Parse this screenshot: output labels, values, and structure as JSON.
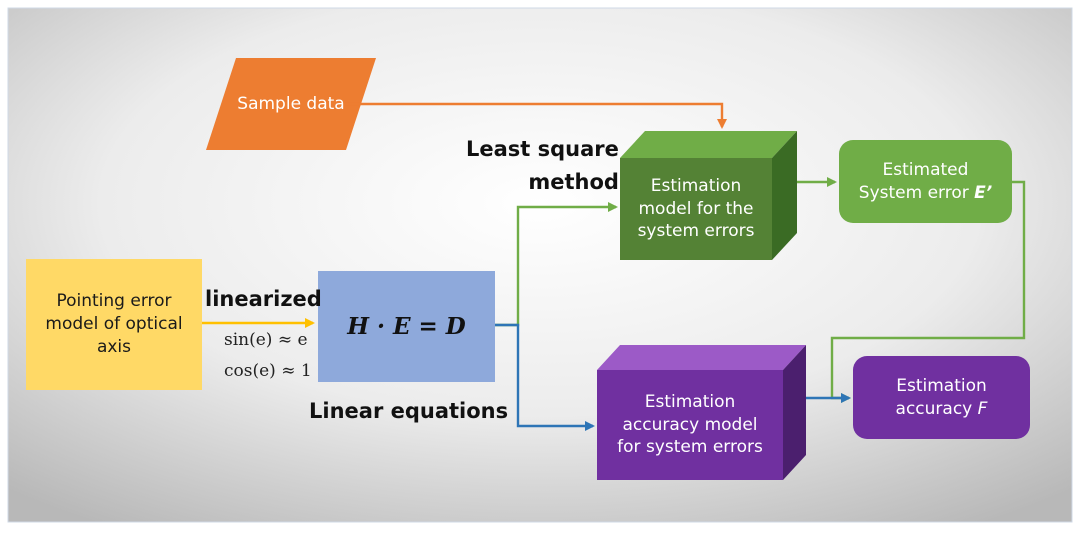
{
  "diagram": {
    "sample_data": "Sample data",
    "pointing_error_model": "Pointing  error\nmodel of optical\naxis",
    "linearized_label": "linearized",
    "sin_approx": "sin(e) ≈ e",
    "cos_approx": "cos(e) ≈ 1",
    "equation": "H · E = D",
    "linear_equations_label": "Linear equations",
    "least_square_label": "Least square\nmethod",
    "estimation_model": "Estimation\nmodel for the\nsystem errors",
    "estimated_system_error": {
      "line1": "Estimated",
      "line2_prefix": "System error ",
      "symbol": "E’"
    },
    "accuracy_model": "Estimation\naccuracy model\nfor system errors",
    "estimation_accuracy": {
      "line1": "Estimation",
      "line2_prefix": "accuracy ",
      "symbol": "F"
    }
  },
  "colors": {
    "orange": "#ED7D31",
    "yellow": "#FFD966",
    "blue_box": "#8EA9DB",
    "green": "#548235",
    "green_light": "#70AD47",
    "purple": "#7030A0",
    "arrow_blue": "#2E75B6",
    "arrow_green": "#70AD47",
    "arrow_orange": "#ED7D31",
    "arrow_yellow": "#FFC000"
  }
}
